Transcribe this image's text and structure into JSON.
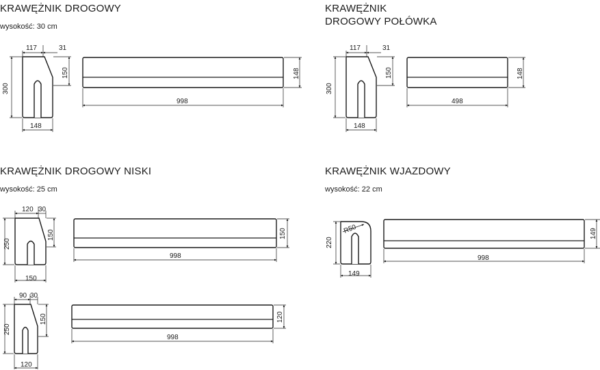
{
  "sections": {
    "drogowy": {
      "title": "KRAWĘŻNIK DROGOWY",
      "subtitle": "wysokość: 30 cm"
    },
    "polowka": {
      "title_line1": "KRAWĘŻNIK",
      "title_line2": "DROGOWY POŁÓWKA"
    },
    "niski": {
      "title": "KRAWĘŻNIK DROGOWY NISKI",
      "subtitle": "wysokość: 25 cm"
    },
    "wjazdowy": {
      "title": "KRAWĘŻNIK WJAZDOWY",
      "subtitle": "wysokość: 22 cm"
    }
  },
  "dims": {
    "d1": {
      "top_a": "117",
      "top_b": "31",
      "side_h": "150",
      "total_h": "300",
      "base_w": "148",
      "front_h": "148",
      "length": "998"
    },
    "d2": {
      "top_a": "117",
      "top_b": "31",
      "side_h": "150",
      "total_h": "300",
      "base_w": "148",
      "front_h": "148",
      "length": "498"
    },
    "d3": {
      "top_a": "120",
      "top_b": "30",
      "side_h": "150",
      "total_h": "250",
      "base_w": "150",
      "front_h": "150",
      "length": "998"
    },
    "d4": {
      "top_a": "90",
      "top_b": "30",
      "side_h": "150",
      "total_h": "250",
      "base_w": "120",
      "front_h": "120",
      "length": "998"
    },
    "d5": {
      "radius": "R50",
      "total_h": "220",
      "base_w": "149",
      "front_h": "149",
      "length": "998"
    }
  }
}
